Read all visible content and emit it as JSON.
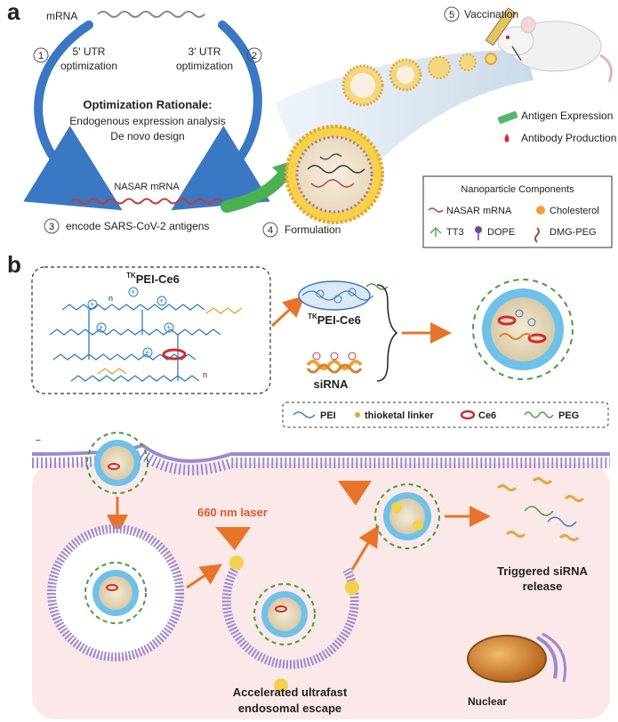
{
  "panel_a": {
    "panel_label": "a",
    "mrna_label": "mRNA",
    "step1_num": "1",
    "step1_line1": "5' UTR",
    "step1_line2": "optimization",
    "step2_num": "2",
    "step2_line1": "3' UTR",
    "step2_line2": "optimization",
    "rationale_title": "Optimization Rationale:",
    "rationale_line1": "Endogenous expression analysis",
    "rationale_line2": "De novo design",
    "nasar_label": "NASAR mRNA",
    "step3_num": "3",
    "step3_text": "encode SARS-CoV-2 antigens",
    "step4_num": "4",
    "step4_text": "Formulation",
    "step5_num": "5",
    "step5_text": "Vaccination",
    "antigen_text": "Antigen Expression",
    "antibody_text": "Antibody Production",
    "legend": {
      "title": "Nanoparticle  Components",
      "item1": "NASAR mRNA",
      "item2": "Cholesterol",
      "item3": "TT3",
      "item4": "DOPE",
      "item5": "DMG-PEG"
    }
  },
  "panel_b": {
    "panel_label": "b",
    "structure_sup": "TK",
    "structure_title": "PEI-Ce6",
    "n1": "n",
    "n2": "n",
    "complex_sup": "TK",
    "complex_label": "PEI-Ce6",
    "sirna_label": "siRNA",
    "legend": {
      "pei": "PEI",
      "linker": "thioketal linker",
      "ce6": "Ce6",
      "peg": "PEG"
    },
    "laser_label": "660 nm laser",
    "escape_line1": "Accelerated ultrafast",
    "escape_line2": "endosomal escape",
    "release_line1": "Triggered siRNA",
    "release_line2": "release",
    "nuclear_label": "Nuclear"
  },
  "colors": {
    "arrow_blue": "#3b78c4",
    "arrow_green": "#4caf50",
    "arrow_orange": "#e8742a",
    "laser_red": "#e05a2a",
    "cell_pink": "#fbe9e9",
    "membrane_purple": "#9c8ad0",
    "particle_blue": "#6ec1e8",
    "peg_green": "#4a9b3a"
  }
}
